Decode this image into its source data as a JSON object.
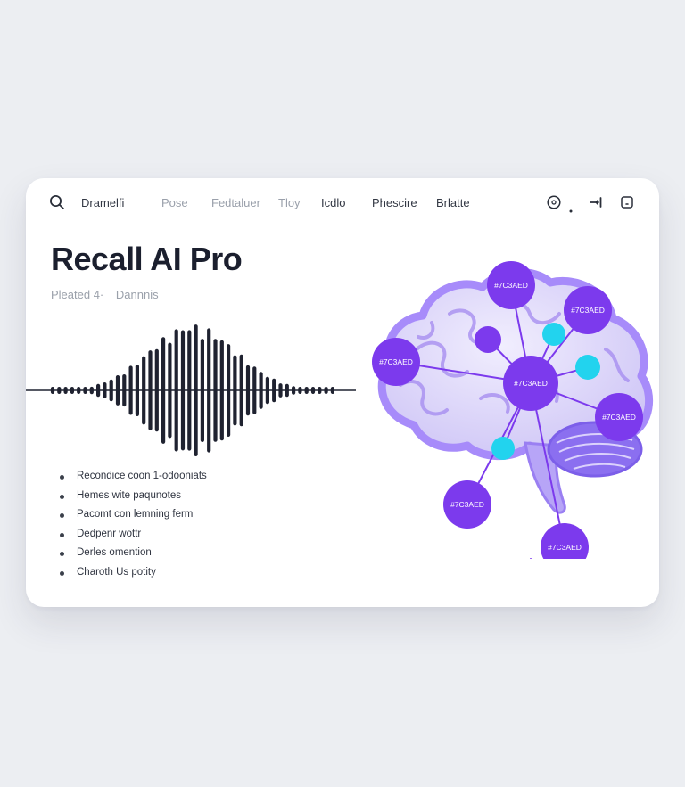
{
  "nav": {
    "items": [
      {
        "label": "Dramelfi",
        "dim": false
      },
      {
        "label": "Pose",
        "dim": true
      },
      {
        "label": "Fedtaluer",
        "dim": true
      },
      {
        "label": "Tloy",
        "dim": true
      },
      {
        "label": "Icdlo",
        "dim": false
      },
      {
        "label": "Phescire",
        "dim": false
      },
      {
        "label": "Brlatte",
        "dim": false
      }
    ]
  },
  "hero": {
    "title": "Recall AI Pro",
    "subtitle_left": "Pleated 4·",
    "subtitle_right": "Dannnis"
  },
  "features": [
    "Recondice coon 1-odooniats",
    "Hemes wite paqunotes",
    "Pacomt con lemning ferm",
    "Dedpenr wottr",
    "Derles omention",
    "Charoth Us potity"
  ],
  "brain": {
    "node_label": "#7C3AED",
    "colors": {
      "node": "#7C3AED",
      "accent": "#22D3EE",
      "brain_fill": "#DCD7FA",
      "brain_stroke": "#A78BFA"
    }
  },
  "colors": {
    "background": "#ECEEF2",
    "card": "#FFFFFF",
    "text": "#1B1F2E",
    "muted": "#9BA1AB"
  }
}
